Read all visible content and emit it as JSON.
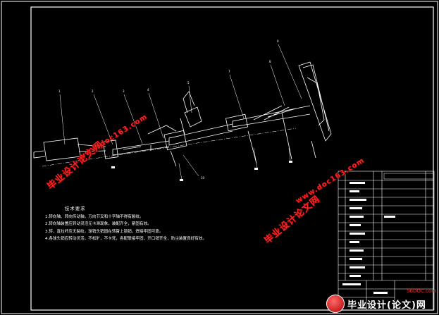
{
  "tech_notes": {
    "title": "技术要求",
    "lines": [
      "1.转向轴、转向传动轴，万向节叉和十字轴不得有裂纹。",
      "2.转向轴装置应转动灵活无卡滞现象，装配齐全，紧固有效。",
      "3.转，直拉杆应无裂纹，球销头销固在转臂上锁销，焊接牢固可靠。",
      "4.各球头销应转动灵活，不松旷，不卡死，各配联接牢固，开口销齐全，防尘装置良好有效。"
    ]
  },
  "watermarks": [
    {
      "text": "毕业设计论文网"
    },
    {
      "text": "www.doc163.com"
    },
    {
      "text": "毕业设计论文网"
    },
    {
      "text": "www.doc163.com"
    }
  ],
  "bottom_logo": {
    "text": "毕业设计(论文)网",
    "sub": "56DOC.com"
  },
  "colors": {
    "background": "#000000",
    "line": "#ffffff",
    "watermark": "#ff2222"
  }
}
